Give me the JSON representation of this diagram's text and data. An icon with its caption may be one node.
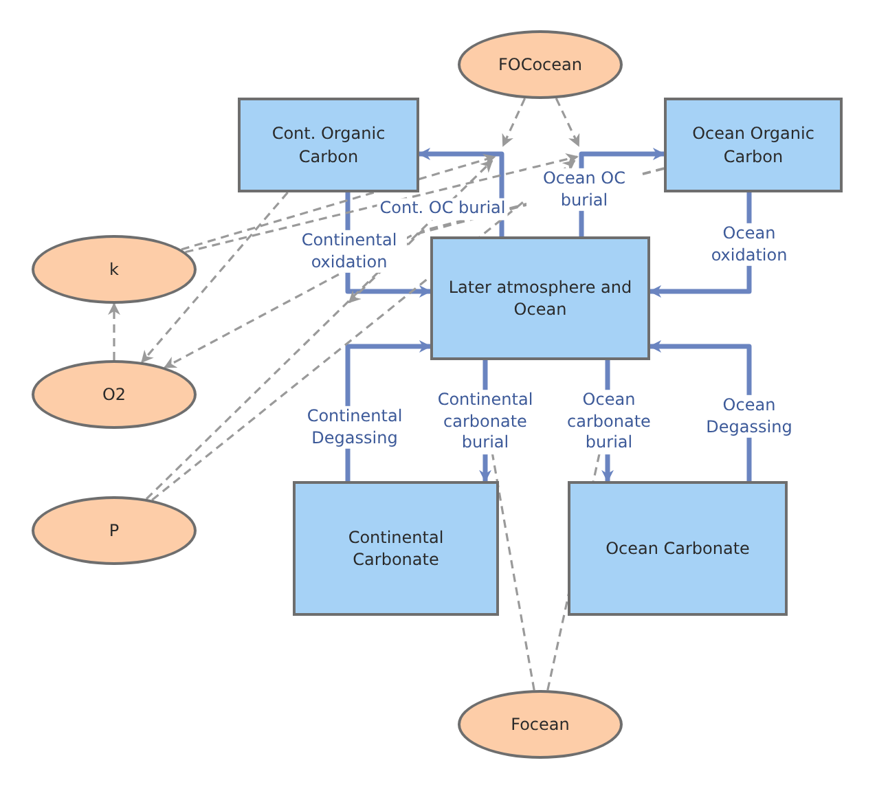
{
  "diagram": {
    "nodes": [
      {
        "text": [
          "FOCocean"
        ]
      },
      {
        "text": [
          "Cont. Organic Carbon"
        ]
      },
      {
        "text": [
          "Ocean Organic Carbon"
        ]
      },
      {
        "text": [
          "k"
        ]
      },
      {
        "text": [
          "Later atmosphere and Ocean"
        ]
      },
      {
        "text": [
          "O2"
        ]
      },
      {
        "text": [
          "P"
        ]
      },
      {
        "text": [
          "Continental Carbonate"
        ]
      },
      {
        "text": [
          "Ocean Carbonate"
        ]
      },
      {
        "text": [
          "Focean"
        ]
      }
    ],
    "edges": [
      {
        "from": 4,
        "to": 1,
        "arrow": "to",
        "label": "Cont. OC burial",
        "style": "thick",
        "color": "#6a84c0"
      },
      {
        "from": 4,
        "to": 2,
        "arrow": "to",
        "label": "Ocean OC burial",
        "style": "thick",
        "color": "#6a84c0"
      },
      {
        "from": 1,
        "to": 4,
        "arrow": "to",
        "label": "Continental oxidation",
        "style": "thick",
        "color": "#6a84c0"
      },
      {
        "from": 2,
        "to": 4,
        "arrow": "to",
        "label": "Ocean oxidation",
        "style": "thick",
        "color": "#6a84c0"
      },
      {
        "from": 7,
        "to": 4,
        "arrow": "to",
        "label": "Continental Degassing",
        "style": "thick",
        "color": "#6a84c0"
      },
      {
        "from": 4,
        "to": 7,
        "arrow": "to",
        "label": "Continental carbonate burial",
        "style": "thick",
        "color": "#6a84c0"
      },
      {
        "from": 4,
        "to": 8,
        "arrow": "to",
        "label": "Ocean carbonate burial",
        "style": "thick",
        "color": "#6a84c0"
      },
      {
        "from": 8,
        "to": 4,
        "arrow": "to",
        "label": "Ocean Degassing",
        "style": "thick",
        "color": "#6a84c0"
      },
      {
        "from": 0,
        "to": null,
        "arrow": "to",
        "style": "dashed"
      },
      {
        "from": 0,
        "to": null,
        "arrow": "to",
        "style": "dashed"
      },
      {
        "from": 3,
        "to": null,
        "arrow": "to",
        "style": "dashed"
      },
      {
        "from": 3,
        "to": null,
        "arrow": "to",
        "style": "dashed"
      },
      {
        "from": 1,
        "to": 5,
        "arrow": "to",
        "style": "dashed"
      },
      {
        "from": 2,
        "to": 5,
        "arrow": "to",
        "style": "dashed"
      },
      {
        "from": 2,
        "to": null,
        "arrow": "to",
        "style": "dashed"
      },
      {
        "from": 6,
        "to": null,
        "arrow": "to",
        "style": "dashed"
      },
      {
        "from": 6,
        "to": null,
        "arrow": "to",
        "style": "dashed"
      },
      {
        "from": 5,
        "to": 3,
        "arrow": "to",
        "style": "dashed"
      },
      {
        "from": 9,
        "to": null,
        "arrow": "to",
        "style": "dashed"
      },
      {
        "from": 9,
        "to": null,
        "arrow": "to",
        "style": "dashed"
      }
    ]
  }
}
